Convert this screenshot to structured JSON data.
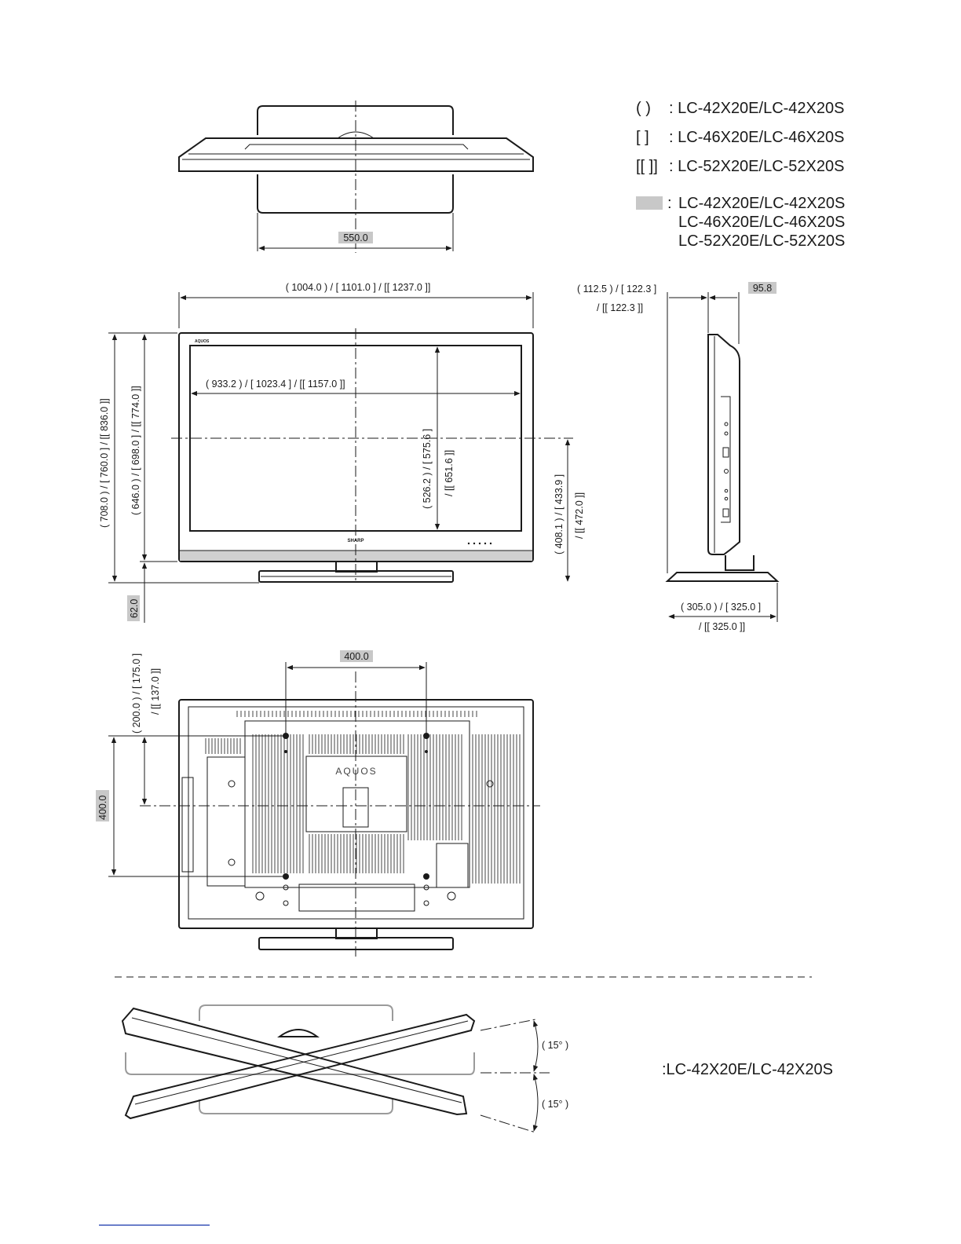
{
  "legend": {
    "rows": [
      {
        "symbol": "(     )",
        "models": "LC-42X20E/LC-42X20S"
      },
      {
        "symbol": "[     ]",
        "models": "LC-46X20E/LC-46X20S"
      },
      {
        "symbol": "[[    ]]",
        "models": "LC-52X20E/LC-52X20S"
      }
    ],
    "common_models": [
      "LC-42X20E/LC-42X20S",
      "LC-46X20E/LC-46X20S",
      "LC-52X20E/LC-52X20S"
    ],
    "swatch_color": "#c8c8c8"
  },
  "top_view": {
    "stand_width": "550.0"
  },
  "front_view": {
    "overall_width": "( 1004.0 ) / [ 1101.0 ] / [[ 1237.0 ]]",
    "screen_width": "( 933.2 ) / [ 1023.4 ] / [[ 1157.0 ]]",
    "screen_height_1": "( 526.2 ) / [ 575.6 ]",
    "screen_height_2": "/ [[ 651.6 ]]",
    "overall_height": "( 708.0 ) / [ 760.0 ] / [[ 836.0 ]]",
    "body_height": "( 646.0 ) / [ 698.0 ] / [[ 774.0 ]]",
    "center_height_1": "( 408.1 ) / [ 433.9 ]",
    "center_height_2": "/ [[ 472.0 ]]",
    "stand_height": "62.0",
    "brand_logo": "AQUOS",
    "maker_logo": "SHARP"
  },
  "side_view": {
    "depth_top_1": "( 112.5 ) / [ 122.3 ]",
    "depth_top_2": "/ [[ 122.3 ]]",
    "panel_depth": "95.8",
    "stand_depth_1": "( 305.0 ) / [ 325.0 ]",
    "stand_depth_2": "/ [[ 325.0 ]]"
  },
  "rear_view": {
    "vesa_width": "400.0",
    "vesa_height": "400.0",
    "mount_offset_1": "( 200.0 ) / [ 175.0 ]",
    "mount_offset_2": "/ [[ 137.0 ]]",
    "brand_logo": "AQUOS"
  },
  "swivel_view": {
    "angle_up": "( 15° )",
    "angle_down": "( 15° )",
    "model_note": ":LC-42X20E/LC-42X20S"
  }
}
